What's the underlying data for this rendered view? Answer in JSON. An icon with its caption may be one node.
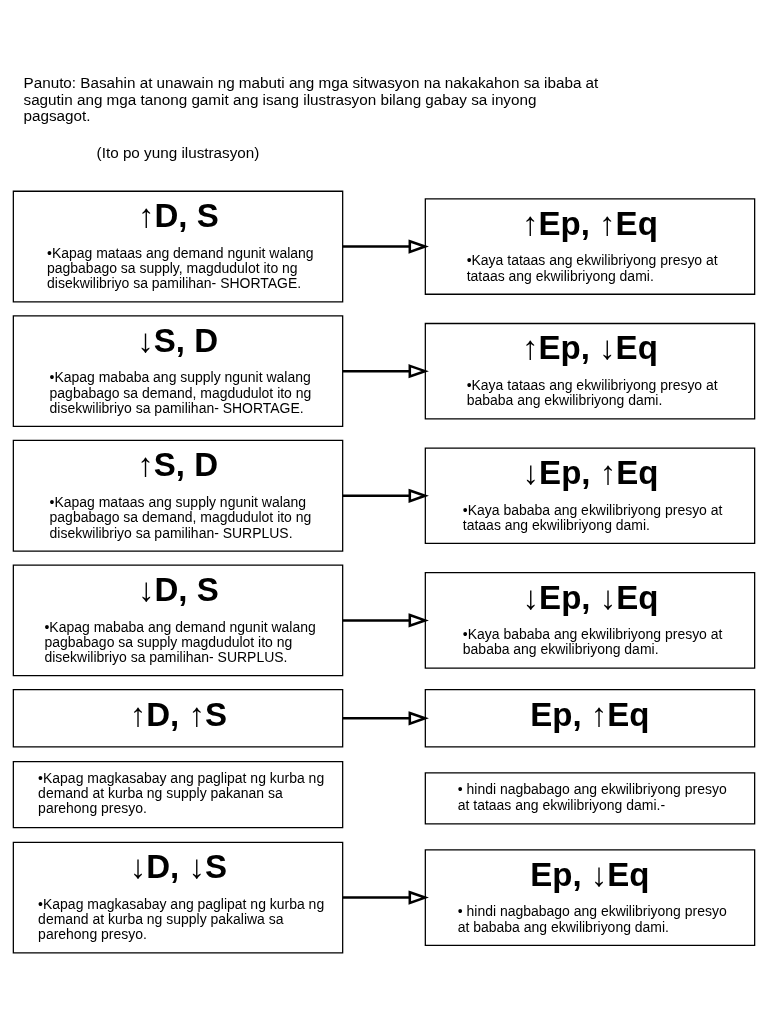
{
  "diagram": {
    "title": "Panuto: Basahin at unawain ng mabuti ang mga sitwasyon na nakakahon sa ibaba at sagutin ang mga tanong gamit ang isang ilustrasyon bilang gabay sa inyong pagsagot.",
    "nodes": [
      {
        "text": [
          "↑D, S",
          "•Kapag mataas ang demand ngunit walang pagbabago sa supply, magdudulot ito ng disekwilibriyo sa pamilihan- SHORTAGE."
        ]
      },
      {
        "text": [
          "↑Ep, ↑Eq",
          "•Kaya tataas ang ekwilibriyong presyo at tataas ang ekwilibriyong dami."
        ]
      },
      {
        "text": [
          "↓S, D",
          "•Kapag mababa ang supply ngunit walang pagbabago sa demand, magdudulot ito ng disekwilibriyo sa pamilihan- SHORTAGE."
        ]
      },
      {
        "text": [
          "↑Ep, ↓Eq",
          "•Kaya tataas ang ekwilibriyong presyo at bababa ang ekwilibriyong dami."
        ]
      },
      {
        "text": [
          "↑S, D",
          "•Kapag mataas ang supply ngunit walang pagbabago sa demand, magdudulot ito ng disekwilibriyo sa pamilihan- SURPLUS."
        ]
      },
      {
        "text": [
          "↓Ep, ↑Eq",
          "•Kaya bababa ang ekwilibriyong presyo at tataas ang ekwilibriyong dami."
        ]
      },
      {
        "text": [
          "↓D, S",
          "•Kapag mababa ang demand ngunit walang pagbabago sa supply magdudulot ito ng disekwilibriyo sa pamilihan- SURPLUS."
        ]
      },
      {
        "text": [
          "↓Ep, ↓Eq",
          "•Kaya bababa ang ekwilibriyong presyo at bababa ang ekwilibriyong dami."
        ]
      },
      {
        "text": [
          "↑D, ↑S"
        ]
      },
      {
        "text": [
          "Ep, ↑Eq"
        ]
      },
      {
        "text": [
          "•Kapag magkasabay ang paglipat ng kurba ng demand at kurba ng supply pakanan sa parehong presyo."
        ]
      },
      {
        "text": [
          "• hindi nagbabago ang ekwilibriyong presyo at tataas ang ekwilibriyong dami.-"
        ]
      },
      {
        "text": [
          "↓D, ↓S",
          "•Kapag magkasabay ang paglipat ng kurba ng demand at kurba ng supply pakaliwa sa parehong presyo."
        ]
      },
      {
        "text": [
          "Ep, ↓Eq",
          "• hindi nagbabago ang ekwilibriyong presyo at bababa ang ekwilibriyong dami."
        ]
      }
    ],
    "edges": [
      {
        "from": 0,
        "to": 1,
        "arrow": "to"
      },
      {
        "from": 2,
        "to": 3,
        "arrow": "to"
      },
      {
        "from": 4,
        "to": 5,
        "arrow": "to"
      },
      {
        "from": 6,
        "to": 7,
        "arrow": "to"
      },
      {
        "from": 8,
        "to": 9,
        "arrow": "to"
      },
      {
        "from": 12,
        "to": 13,
        "arrow": "to"
      }
    ],
    "labels": [
      "(Ito po yung ilustrasyon)"
    ]
  }
}
